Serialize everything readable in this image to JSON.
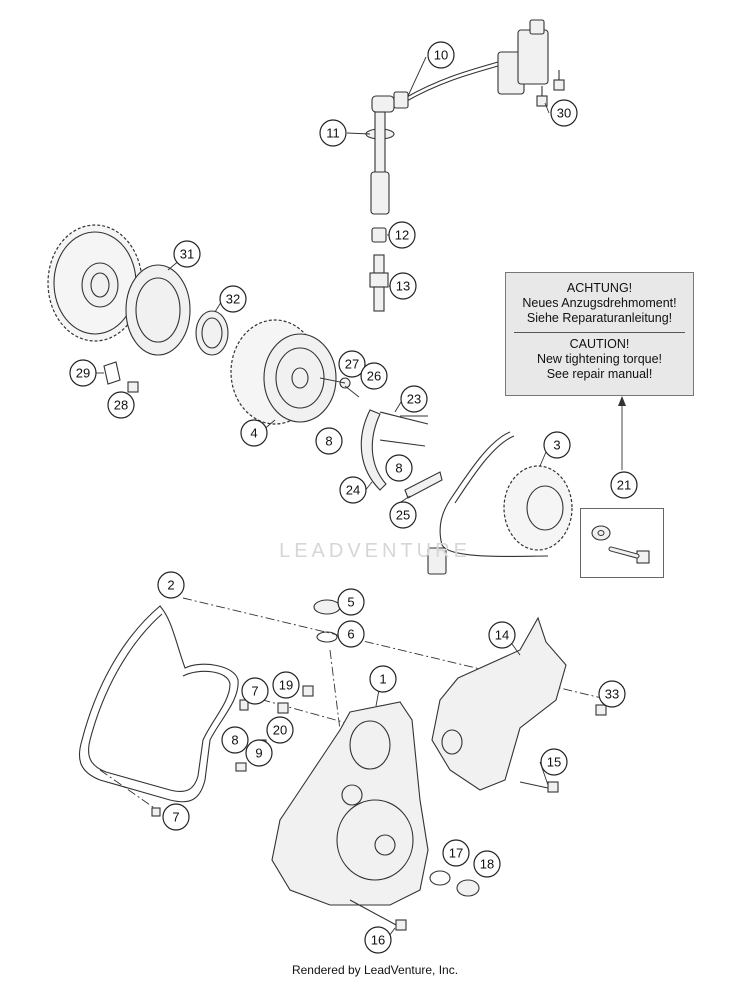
{
  "warning": {
    "title_de": "ACHTUNG!",
    "line1_de": "Neues Anzugsdrehmoment!",
    "line2_de": "Siehe Reparaturanleitung!",
    "title_en": "CAUTION!",
    "line1_en": "New tightening torque!",
    "line2_en": "See repair manual!"
  },
  "watermark": "LEADVENTURE",
  "footer": "Rendered by LeadVenture, Inc.",
  "callouts": [
    {
      "id": "c10",
      "label": "10"
    },
    {
      "id": "c30",
      "label": "30"
    },
    {
      "id": "c11",
      "label": "11"
    },
    {
      "id": "c12",
      "label": "12"
    },
    {
      "id": "c13",
      "label": "13"
    },
    {
      "id": "c31",
      "label": "31"
    },
    {
      "id": "c32",
      "label": "32"
    },
    {
      "id": "c29",
      "label": "29"
    },
    {
      "id": "c28",
      "label": "28"
    },
    {
      "id": "c27",
      "label": "27"
    },
    {
      "id": "c26",
      "label": "26"
    },
    {
      "id": "c23",
      "label": "23"
    },
    {
      "id": "c4",
      "label": "4"
    },
    {
      "id": "c8a",
      "label": "8"
    },
    {
      "id": "c8b",
      "label": "8"
    },
    {
      "id": "c24",
      "label": "24"
    },
    {
      "id": "c25",
      "label": "25"
    },
    {
      "id": "c3",
      "label": "3"
    },
    {
      "id": "c21",
      "label": "21"
    },
    {
      "id": "c2",
      "label": "2"
    },
    {
      "id": "c5",
      "label": "5"
    },
    {
      "id": "c6",
      "label": "6"
    },
    {
      "id": "c14",
      "label": "14"
    },
    {
      "id": "c1",
      "label": "1"
    },
    {
      "id": "c19",
      "label": "19"
    },
    {
      "id": "c7a",
      "label": "7"
    },
    {
      "id": "c33",
      "label": "33"
    },
    {
      "id": "c20",
      "label": "20"
    },
    {
      "id": "c8c",
      "label": "8"
    },
    {
      "id": "c9",
      "label": "9"
    },
    {
      "id": "c15",
      "label": "15"
    },
    {
      "id": "c7b",
      "label": "7"
    },
    {
      "id": "c17",
      "label": "17"
    },
    {
      "id": "c18",
      "label": "18"
    },
    {
      "id": "c16",
      "label": "16"
    }
  ]
}
